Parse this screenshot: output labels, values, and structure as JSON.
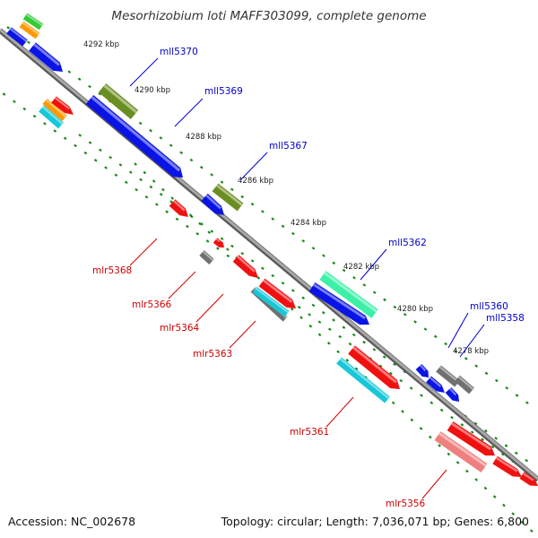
{
  "title": "Mesorhizobium loti MAFF303099, complete genome",
  "footer": {
    "accession": "Accession: NC_002678",
    "summary": "Topology: circular; Length: 7,036,071 bp; Genes: 6,800"
  },
  "colors": {
    "backbone": "#8a8a8a",
    "ticks": "#1a8a1a",
    "label_minus": "#0000cc",
    "label_plus": "#cc0000",
    "blue": "#0a14e6",
    "olive": "#6b8e23",
    "red": "#f01010",
    "gray": "#707070",
    "cyan": "#18c8d8",
    "mint": "#3cf0a8",
    "salmon": "#f08080",
    "orange": "#ff9900",
    "green": "#33cc33"
  },
  "kbp_ticks": [
    "4292 kbp",
    "4290 kbp",
    "4288 kbp",
    "4286 kbp",
    "4284 kbp",
    "4282 kbp",
    "4280 kbp",
    "4278 kbp"
  ],
  "gene_labels": {
    "minus": [
      "mll5370",
      "mll5369",
      "mll5367",
      "mll5362",
      "mll5360",
      "mll5358"
    ],
    "plus": [
      "mlr5368",
      "mlr5366",
      "mlr5364",
      "mlr5363",
      "mlr5361",
      "mlr5356"
    ]
  }
}
